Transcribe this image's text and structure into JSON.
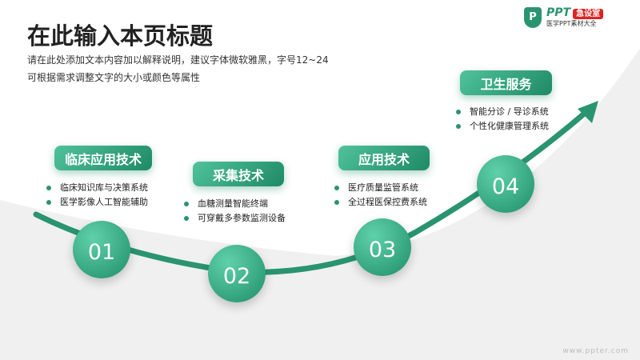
{
  "header": {
    "title": "在此输入本页标题",
    "subtitle_line1": "请在此处添加文本内容加以解释说明，建议字体微软雅黑，字号12~24",
    "subtitle_line2": "可根据需求调整文字的大小或颜色等属性"
  },
  "logo": {
    "mark": "P",
    "brand": "PPT",
    "badge": "急设室",
    "tagline": "医学PPT素材大全"
  },
  "steps": [
    {
      "num": "01",
      "title": "临床应用技术",
      "bullets": [
        "临床知识库与决策系统",
        "医学影像人工智能辅助"
      ]
    },
    {
      "num": "02",
      "title": "采集技术",
      "bullets": [
        "血糖测量智能终端",
        "可穿戴多参数监测设备"
      ]
    },
    {
      "num": "03",
      "title": "应用技术",
      "bullets": [
        "医疗质量监管系统",
        "全过程医保控费系统"
      ]
    },
    {
      "num": "04",
      "title": "卫生服务",
      "bullets": [
        "智能分诊 / 导诊系统",
        "个性化健康管理系统"
      ]
    }
  ],
  "footer": {
    "url": "www.ppter.com"
  },
  "colors": {
    "accent": "#2a9470",
    "background_gray": "#efefef"
  }
}
